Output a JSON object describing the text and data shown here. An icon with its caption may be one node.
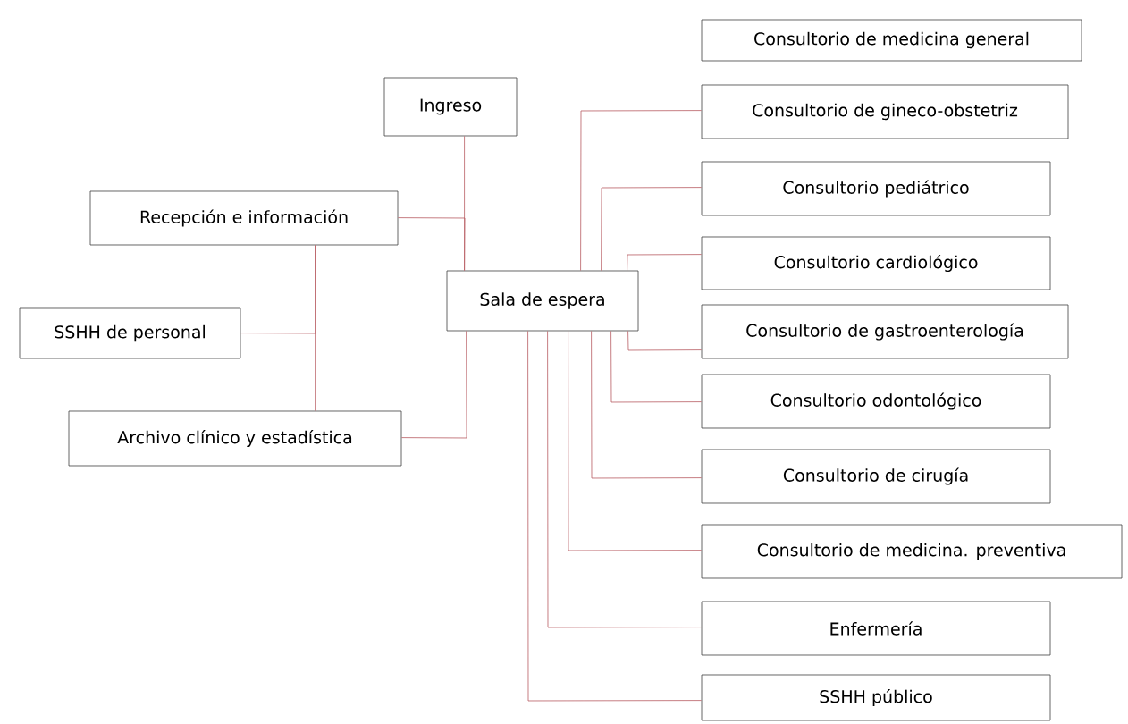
{
  "diagram": {
    "nodes": [
      {
        "text": [
          "Consultorio de medicina general"
        ]
      },
      {
        "text": [
          "Ingreso"
        ]
      },
      {
        "text": [
          "Consultorio de gineco-obstetriz"
        ]
      },
      {
        "text": [
          "Recepción e información"
        ]
      },
      {
        "text": [
          "Consultorio pediátrico"
        ]
      },
      {
        "text": [
          "Consultorio cardiológico"
        ]
      },
      {
        "text": [
          "Sala de espera"
        ]
      },
      {
        "text": [
          "SSHH de personal"
        ]
      },
      {
        "text": [
          "Consultorio de gastroenterología"
        ]
      },
      {
        "text": [
          "Consultorio odontológico"
        ]
      },
      {
        "text": [
          "Archivo clínico y estadística"
        ]
      },
      {
        "text": [
          "Consultorio de cirugía"
        ]
      },
      {
        "text": [
          "Consultorio de medicina. preventiva"
        ]
      },
      {
        "text": [
          "Enfermería"
        ]
      },
      {
        "text": [
          "SSHH público"
        ]
      }
    ],
    "edges": [
      {
        "from": 1,
        "to": 6,
        "arrow": "none"
      },
      {
        "from": 3,
        "to": 6,
        "arrow": "none"
      },
      {
        "from": 7,
        "to": 3,
        "arrow": "none"
      },
      {
        "from": 3,
        "to": 10,
        "arrow": "none"
      },
      {
        "from": 10,
        "to": 6,
        "arrow": "none"
      },
      {
        "from": 6,
        "to": 2,
        "arrow": "none"
      },
      {
        "from": 6,
        "to": 4,
        "arrow": "none"
      },
      {
        "from": 6,
        "to": 5,
        "arrow": "none"
      },
      {
        "from": 6,
        "to": 8,
        "arrow": "none"
      },
      {
        "from": 6,
        "to": 9,
        "arrow": "none"
      },
      {
        "from": 6,
        "to": 11,
        "arrow": "none"
      },
      {
        "from": 6,
        "to": 12,
        "arrow": "none"
      },
      {
        "from": 6,
        "to": 13,
        "arrow": "none"
      },
      {
        "from": 6,
        "to": 14,
        "arrow": "none"
      }
    ]
  }
}
